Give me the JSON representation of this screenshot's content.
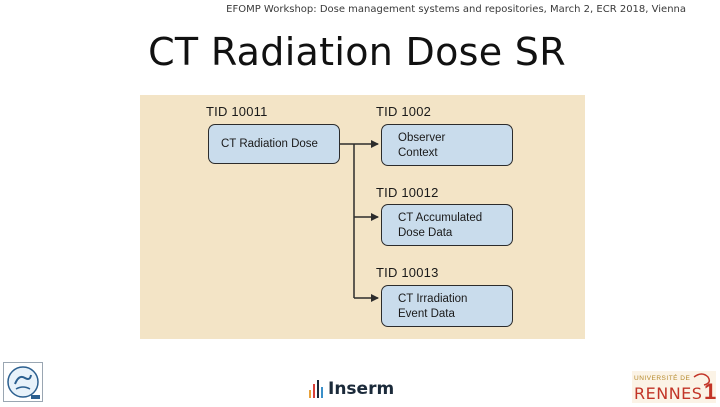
{
  "header": {
    "workshop_line": "EFOMP Workshop: Dose management systems and repositories, March 2, ECR 2018, Vienna"
  },
  "slide": {
    "title": "CT Radiation Dose SR"
  },
  "diagram": {
    "root": {
      "tid": "TID 10011",
      "line1": "CT Radiation Dose"
    },
    "children": [
      {
        "tid": "TID 1002",
        "line1": "Observer",
        "line2": "Context"
      },
      {
        "tid": "TID 10012",
        "line1": "CT Accumulated",
        "line2": "Dose Data"
      },
      {
        "tid": "TID 10013",
        "line1": "CT Irradiation",
        "line2": "Event Data"
      }
    ],
    "colors": {
      "panel": "#f3e4c6",
      "box_fill": "#c9dcec",
      "box_border": "#2c2c2c",
      "connector": "#2c2c2c"
    }
  },
  "footer": {
    "left_logo_icon": "efomp-emblem-icon",
    "center_logo": "Inserm",
    "right_logo_top": "UNIVERSITÉ DE",
    "right_logo_city": "RENNES",
    "right_logo_number": "1"
  }
}
